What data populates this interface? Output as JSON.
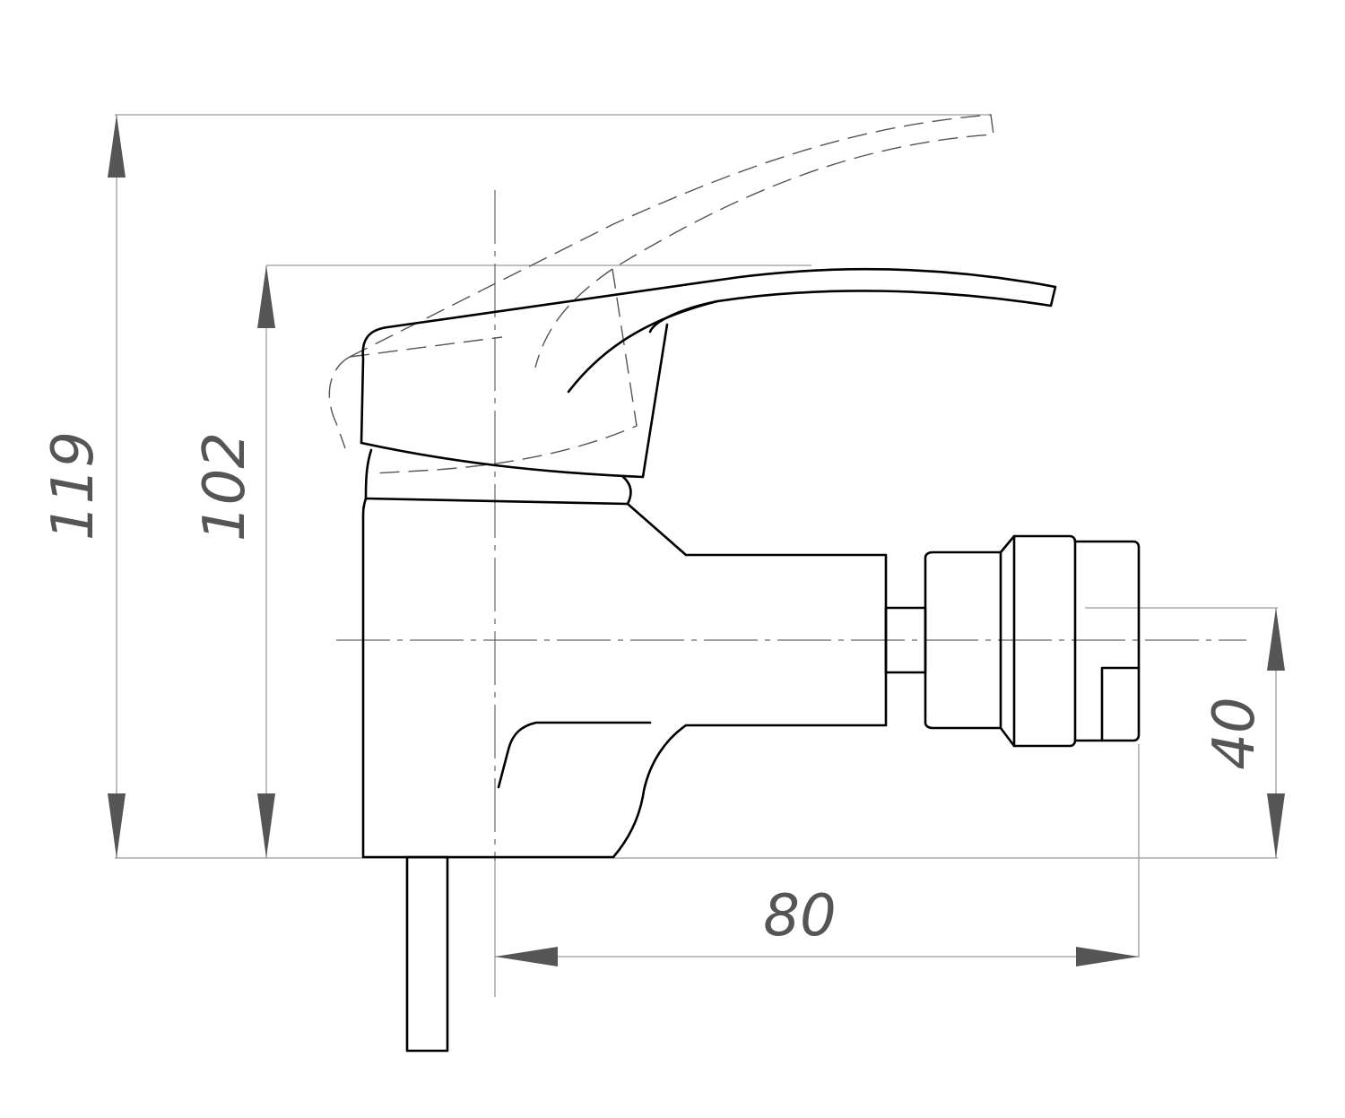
{
  "dimensions": {
    "total_height": "119",
    "body_height": "102",
    "outlet_height": "40",
    "outlet_reach": "80"
  }
}
